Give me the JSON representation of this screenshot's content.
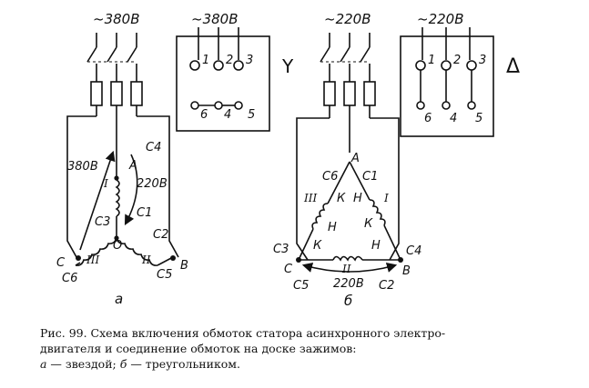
{
  "labels": {
    "supply_a": "~380В",
    "board_a_supply": "~380В",
    "supply_b": "~220В",
    "board_b_supply": "~220В",
    "star_symbol": "Y",
    "delta_symbol": "Δ",
    "line_voltage_a": "380В",
    "phase_voltage_a": "220В",
    "phase_voltage_b": "220В",
    "node_A": "A",
    "node_B": "B",
    "node_C": "C",
    "node_O": "O",
    "c1": "C1",
    "c2": "C2",
    "c3": "C3",
    "c4": "C4",
    "c5": "C5",
    "c6": "C6",
    "winding_1": "I",
    "winding_2": "II",
    "winding_3": "III",
    "k": "К",
    "n": "Н",
    "board_terms_top": [
      "1",
      "2",
      "3"
    ],
    "board_terms_bottom": [
      "6",
      "4",
      "5"
    ],
    "sub_a": "а",
    "sub_b": "б"
  },
  "caption": {
    "line1": "Рис. 99. Схема включения обмоток статора асинхронного электро-",
    "line2": "двигателя и соединение обмоток на доске зажимов:",
    "line3_a": "а",
    "line3_a_text": " — звездой; ",
    "line3_b": "б",
    "line3_b_text": " — треугольником."
  }
}
